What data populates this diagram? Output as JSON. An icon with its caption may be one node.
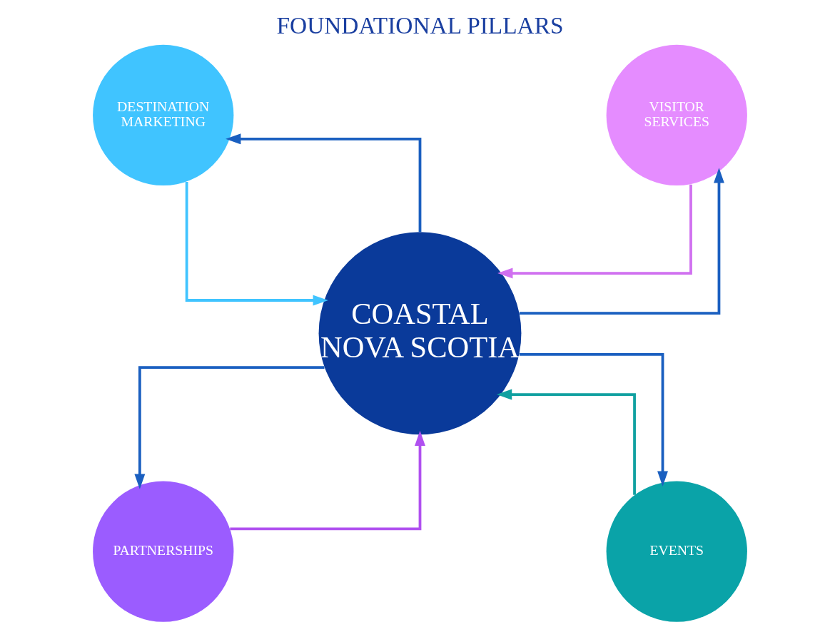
{
  "diagram": {
    "title": "FOUNDATIONAL PILLARS",
    "nodes": [
      {
        "text": [
          "DESTINATION MARKETING"
        ]
      },
      {
        "text": [
          "VISITOR SERVICES"
        ]
      },
      {
        "text": [
          "COASTAL NOVA SCOTIA"
        ]
      },
      {
        "text": [
          "PARTNERSHIPS"
        ]
      },
      {
        "text": [
          "EVENTS"
        ]
      }
    ],
    "edges": [
      {
        "from": 0,
        "to": 2,
        "arrow": "to",
        "color": "#40c4ff"
      },
      {
        "from": 1,
        "to": 2,
        "arrow": "to",
        "color": "#d070f0"
      },
      {
        "from": 2,
        "to": 0,
        "arrow": "to"
      },
      {
        "from": 2,
        "to": 3,
        "arrow": "to"
      },
      {
        "from": 2,
        "to": 1,
        "arrow": "to"
      },
      {
        "from": 2,
        "to": 4,
        "arrow": "to"
      },
      {
        "from": 3,
        "to": 2,
        "arrow": "to",
        "color": "#b050f0"
      },
      {
        "from": 4,
        "to": 2,
        "arrow": "to",
        "color": "#10a0a0"
      }
    ]
  }
}
